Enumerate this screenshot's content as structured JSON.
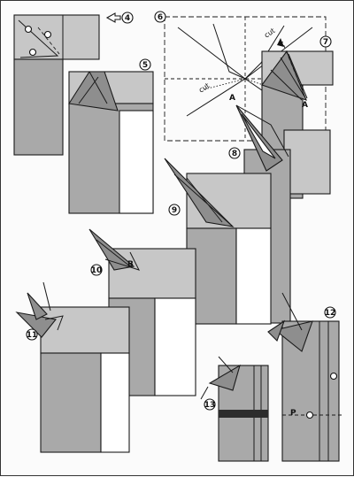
{
  "steps": {
    "s5": "5",
    "s6": "6",
    "s7": "7",
    "s8": "8",
    "s9": "9",
    "s10": "10",
    "s11": "11",
    "s12": "12",
    "s13": "13"
  },
  "arrow_ref": {
    "label": "4"
  },
  "step6": {
    "cut_left": "cut",
    "cut_right": "cut"
  },
  "step7": {
    "point_a": "A"
  },
  "step8": {
    "point_a": "A"
  },
  "step10": {
    "point_b": "B"
  },
  "step12": {
    "point_p": "P"
  }
}
